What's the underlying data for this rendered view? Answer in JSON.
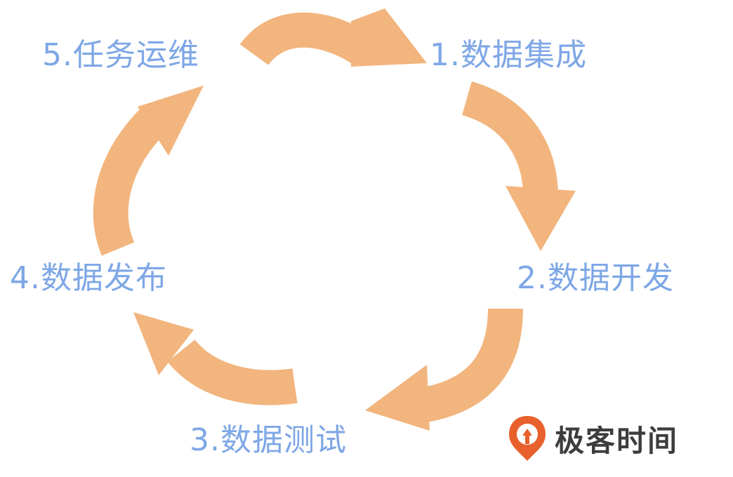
{
  "colors": {
    "arrow": "#f2b57e",
    "label": "#7ea7e6",
    "brand_accent": "#e8612c",
    "brand_text": "#3d3d3d"
  },
  "steps": [
    {
      "label": "1.数据集成"
    },
    {
      "label": "2.数据开发"
    },
    {
      "label": "3.数据测试"
    },
    {
      "label": "4.数据发布"
    },
    {
      "label": "5.任务运维"
    }
  ],
  "brand": {
    "name": "极客时间",
    "logo_icon": "geektime-logo-icon"
  }
}
